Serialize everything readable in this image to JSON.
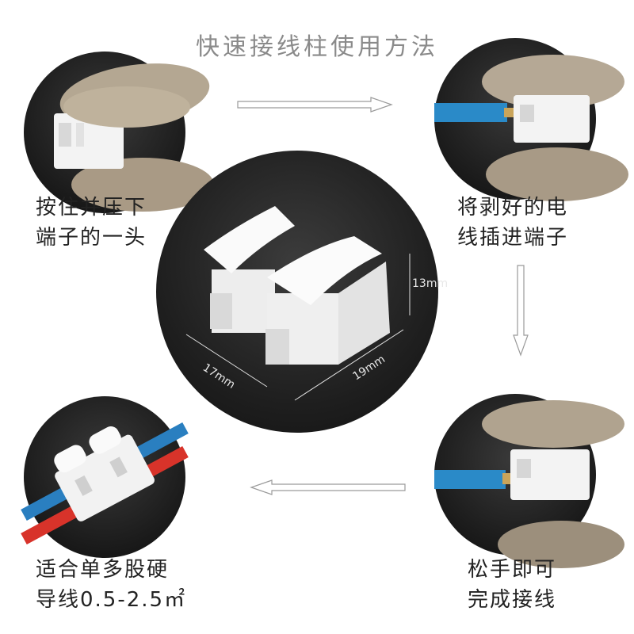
{
  "title": "快速接线柱使用方法",
  "steps": [
    {
      "line1": "按住并压下",
      "line2": "端子的一头"
    },
    {
      "line1": "将剥好的电",
      "line2": "线插进端子"
    },
    {
      "line1": "松手即可",
      "line2": "完成接线"
    },
    {
      "line1": "适合单多股硬",
      "line2": "导线0.5-2.5㎡"
    }
  ],
  "dimensions": {
    "height": "13mm",
    "width": "17mm",
    "length": "19mm"
  },
  "colors": {
    "background": "#ffffff",
    "photo_bg": "#1e1e1e",
    "connector": "#f2f2f2",
    "wire_blue": "#2a7fc0",
    "wire_red": "#d8332a",
    "arrow": "#9a9a9a"
  }
}
